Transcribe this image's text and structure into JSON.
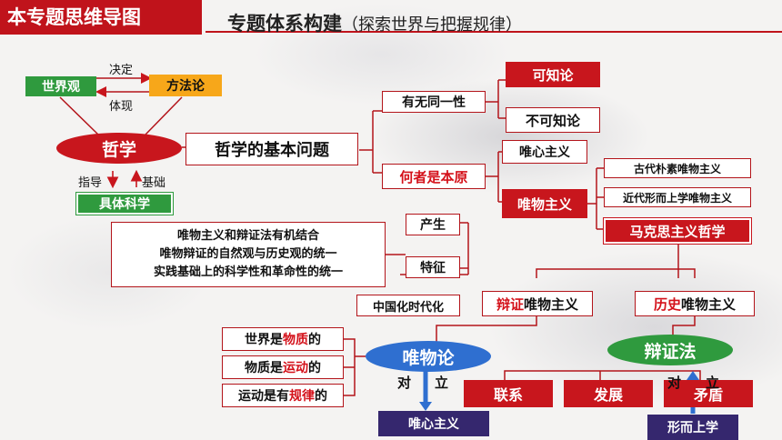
{
  "header": {
    "tag": "本专题思维导图",
    "title": "专题体系构建",
    "subtitle": "（探索世界与把握规律）"
  },
  "left": {
    "worldview": "世界观",
    "method": "方法论",
    "decides": "决定",
    "embodies": "体现",
    "philosophy": "哲学",
    "guides": "指导",
    "basis": "基础",
    "science": "具体科学"
  },
  "basic_question": {
    "title": "哲学的基本问题",
    "identity": "有无同一性",
    "knowable": "可知论",
    "unknowable": "不可知论",
    "origin": "何者是本原",
    "idealism": "唯心主义",
    "materialism": "唯物主义",
    "ancient": "古代朴素唯物主义",
    "modern": "近代形而上学唯物主义",
    "marxism": "马克思主义哲学"
  },
  "marxism_features": {
    "lines": [
      "唯物主义和辩证法有机结合",
      "唯物辩证的自然观与历史观的统一",
      "实践基础上的科学性和革命性的统一"
    ],
    "birth": "产生",
    "feature": "特征",
    "sinicization": "中国化时代化",
    "dialectical_hl": "辩证",
    "dialectical_rest": "唯物主义",
    "historical_hl": "历史",
    "historical_rest": "唯物主义"
  },
  "materialism_branch": {
    "world_a": "世界是",
    "world_b": "物质",
    "world_c": "的",
    "matter_a": "物质是",
    "matter_b": "运动",
    "matter_c": "的",
    "motion_a": "运动是有",
    "motion_b": "规律",
    "motion_c": "的",
    "oval": "唯物论",
    "opposite_a": "对",
    "opposite_b": "立",
    "idealism": "唯心主义"
  },
  "dialectics_branch": {
    "oval": "辩证法",
    "connection": "联系",
    "development": "发展",
    "contradiction": "矛盾",
    "opposite_a": "对",
    "opposite_b": "立",
    "metaphysics": "形而上学"
  },
  "colors": {
    "accent_red": "#c8161d",
    "green": "#2f9a3e",
    "orange": "#f7a71a",
    "navy": "#35276e",
    "blue_arrow": "#2f6fd0"
  }
}
